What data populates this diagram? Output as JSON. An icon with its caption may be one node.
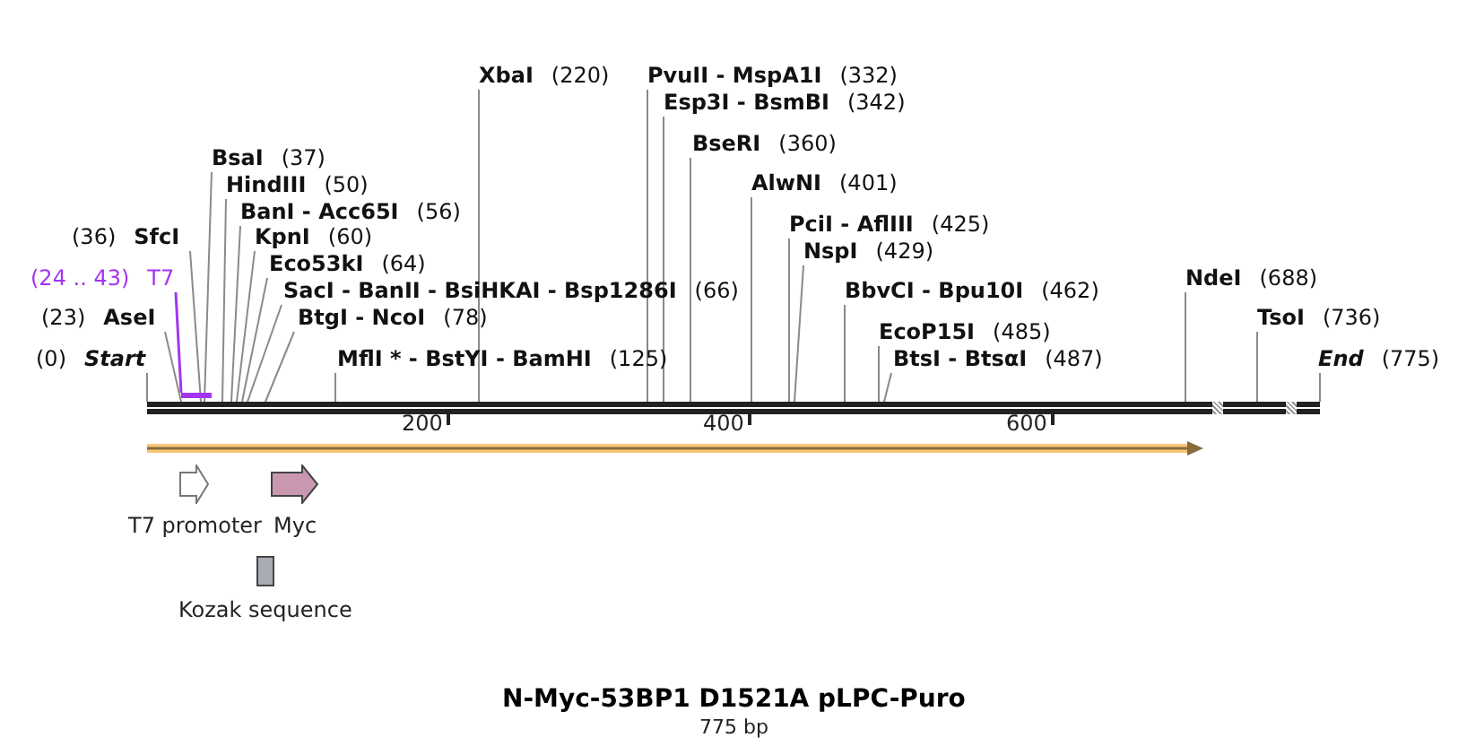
{
  "diagram": {
    "title": "N-Myc-53BP1 D1521A pLPC-Puro",
    "caption": "775 bp",
    "nodes": [
      {
        "text": [
          "XbaI",
          "(220)"
        ]
      },
      {
        "text": [
          "PvuII - MspA1I",
          "(332)"
        ]
      },
      {
        "text": [
          "Esp3I - BsmBI",
          "(342)"
        ]
      },
      {
        "text": [
          "BseRI",
          "(360)"
        ]
      },
      {
        "text": [
          "BsaI",
          "(37)"
        ]
      },
      {
        "text": [
          "AlwNI",
          "(401)"
        ]
      },
      {
        "text": [
          "HindIII",
          "(50)"
        ]
      },
      {
        "text": [
          "BanI - Acc65I",
          "(56)"
        ]
      },
      {
        "text": [
          "PciI - AflIII",
          "(425)"
        ]
      },
      {
        "text": [
          "(36)",
          "SfcI"
        ]
      },
      {
        "text": [
          "KpnI",
          "(60)"
        ]
      },
      {
        "text": [
          "NspI",
          "(429)"
        ]
      },
      {
        "text": [
          "Eco53kI",
          "(64)"
        ]
      },
      {
        "text": [
          "(24 .. 43)",
          "T7"
        ]
      },
      {
        "text": [
          "NdeI",
          "(688)"
        ]
      },
      {
        "text": [
          "SacI - BanII - BsiHKAI - Bsp1286I",
          "(66)"
        ]
      },
      {
        "text": [
          "BbvCI - Bpu10I",
          "(462)"
        ]
      },
      {
        "text": [
          "(23)",
          "AseI"
        ]
      },
      {
        "text": [
          "BtgI - NcoI",
          "(78)"
        ]
      },
      {
        "text": [
          "TsoI",
          "(736)"
        ]
      },
      {
        "text": [
          "EcoP15I",
          "(485)"
        ]
      },
      {
        "text": [
          "(0)",
          "Start"
        ]
      },
      {
        "text": [
          "MflI * - BstYI - BamHI",
          "(125)"
        ]
      },
      {
        "text": [
          "BtsI - BtsαI",
          "(487)"
        ]
      },
      {
        "text": [
          "End",
          "(775)"
        ]
      },
      {
        "text": [],
        "shape": "bar"
      },
      {
        "text": [],
        "shape": "bar"
      },
      {
        "text": [
          "T7 promoter"
        ]
      },
      {
        "text": [
          "Myc"
        ]
      },
      {
        "text": [
          "Kozak sequence"
        ]
      }
    ],
    "edges": [
      {
        "from": 0,
        "to": 26,
        "arrow": "none"
      },
      {
        "from": 1,
        "to": 26,
        "arrow": "none"
      },
      {
        "from": 2,
        "to": 26,
        "arrow": "none"
      },
      {
        "from": 3,
        "to": 26,
        "arrow": "none"
      },
      {
        "from": 4,
        "to": 26,
        "arrow": "none"
      },
      {
        "from": 5,
        "to": 26,
        "arrow": "none"
      },
      {
        "from": 6,
        "to": 26,
        "arrow": "none"
      },
      {
        "from": 7,
        "to": 26,
        "arrow": "none"
      },
      {
        "from": 8,
        "to": 26,
        "arrow": "none"
      },
      {
        "from": 9,
        "to": 26,
        "arrow": "none"
      },
      {
        "from": 10,
        "to": 26,
        "arrow": "none"
      },
      {
        "from": 11,
        "to": 26,
        "arrow": "none"
      },
      {
        "from": 12,
        "to": 26,
        "arrow": "none"
      },
      {
        "from": 13,
        "to": 25,
        "arrow": "none",
        "color": "#a335f0"
      },
      {
        "from": 14,
        "to": 26,
        "arrow": "none"
      },
      {
        "from": 15,
        "to": 26,
        "arrow": "none"
      },
      {
        "from": 16,
        "to": 26,
        "arrow": "none"
      },
      {
        "from": 17,
        "to": 26,
        "arrow": "none"
      },
      {
        "from": 18,
        "to": 26,
        "arrow": "none"
      },
      {
        "from": 19,
        "to": 26,
        "arrow": "none"
      },
      {
        "from": 20,
        "to": 26,
        "arrow": "none"
      },
      {
        "from": 21,
        "to": 26,
        "arrow": "none"
      },
      {
        "from": 22,
        "to": 26,
        "arrow": "none"
      },
      {
        "from": 23,
        "to": 26,
        "arrow": "none"
      },
      {
        "from": 24,
        "to": 26,
        "arrow": "none"
      }
    ],
    "labels": [
      "200",
      "400",
      "600"
    ]
  }
}
